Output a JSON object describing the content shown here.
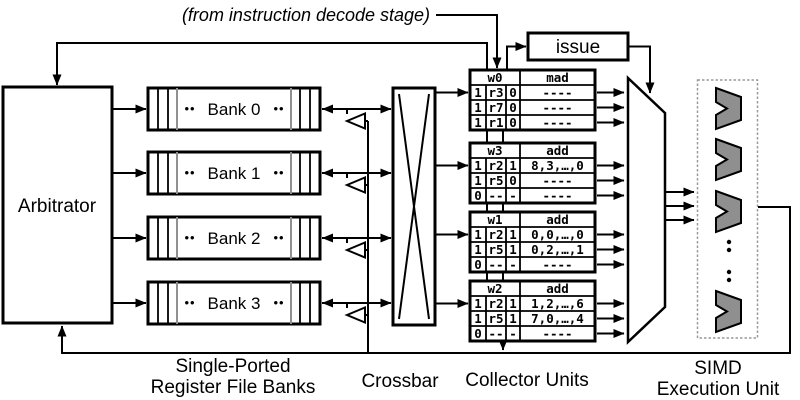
{
  "annotation": {
    "from_decode": "(from instruction decode stage)"
  },
  "issue": {
    "label": "issue"
  },
  "arbitrator": {
    "label": "Arbitrator"
  },
  "bank_dots": "••",
  "banks": [
    {
      "label": "Bank 0"
    },
    {
      "label": "Bank 1"
    },
    {
      "label": "Bank 2"
    },
    {
      "label": "Bank 3"
    }
  ],
  "collectors": [
    {
      "warp": "w0",
      "op": "mad",
      "rows": [
        [
          "1",
          "r3",
          "0",
          "----"
        ],
        [
          "1",
          "r7",
          "0",
          "----"
        ],
        [
          "1",
          "r1",
          "0",
          "----"
        ]
      ]
    },
    {
      "warp": "w3",
      "op": "add",
      "rows": [
        [
          "1",
          "r2",
          "1",
          "8,3,…,0"
        ],
        [
          "1",
          "r5",
          "0",
          "----"
        ],
        [
          "0",
          "--",
          "-",
          "----"
        ]
      ]
    },
    {
      "warp": "w1",
      "op": "add",
      "rows": [
        [
          "1",
          "r2",
          "1",
          "0,0,…,0"
        ],
        [
          "1",
          "r5",
          "1",
          "0,2,…,1"
        ],
        [
          "0",
          "--",
          "-",
          "----"
        ]
      ]
    },
    {
      "warp": "w2",
      "op": "add",
      "rows": [
        [
          "1",
          "r2",
          "1",
          "1,2,…,6"
        ],
        [
          "1",
          "r5",
          "1",
          "7,0,…,4"
        ],
        [
          "0",
          "--",
          "-",
          "----"
        ]
      ]
    }
  ],
  "labels": {
    "register_file_line1": "Single-Ported",
    "register_file_line2": "Register File Banks",
    "crossbar": "Crossbar",
    "collector_units": "Collector Units",
    "simd_line1": "SIMD",
    "simd_line2": "Execution Unit"
  },
  "colors": {
    "line": "#000000",
    "alu_fill": "#8f8f8f",
    "bank_divider_gray": "#909090",
    "background": "#ffffff"
  }
}
